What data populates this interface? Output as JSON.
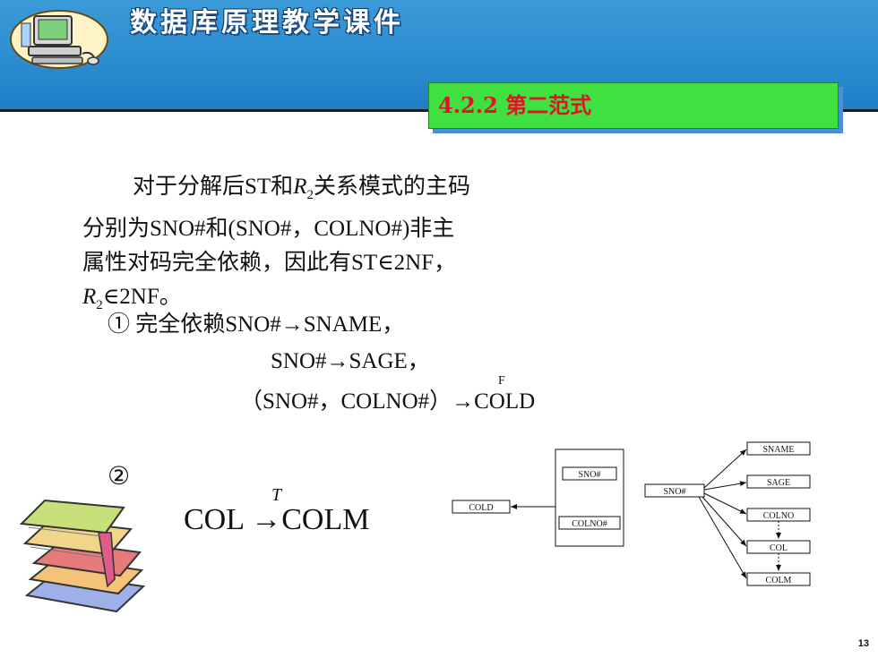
{
  "header": {
    "course_title": "数据库原理教学课件",
    "section": "4.2.2 第二范式"
  },
  "content": {
    "p1_a": "对于分解后ST和",
    "p1_r": "R",
    "p1_sub": "2",
    "p1_b": "关系模式的主码",
    "p2": "分别为SNO#和(SNO#，COLNO#)非主",
    "p3": "属性对码完全依赖，因此有ST∈2NF，",
    "p4_r": "R",
    "p4_sub": "2",
    "p4_b": "∈2NF。",
    "item1_lead": "① 完全依赖SNO#→SNAME，",
    "item1_line2": "SNO#→SAGE，",
    "item1_line3": "（SNO#，COLNO#）→COLD",
    "item1_f": "F",
    "item2_lead": "②",
    "item2_t": "T",
    "item2_formula": "COL →COLM"
  },
  "diagram": {
    "cold": "COLD",
    "sno_inner": "SNO#",
    "colno_inner": "COLNO#",
    "sno": "SNO#",
    "targets": [
      "SNAME",
      "SAGE",
      "COLNO",
      "COL",
      "COLM"
    ]
  },
  "page_number": "13"
}
